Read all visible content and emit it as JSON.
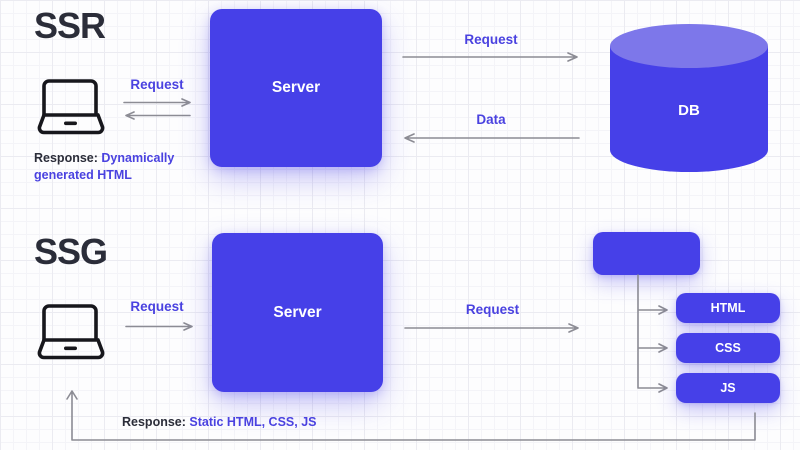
{
  "colors": {
    "box_blue": "#4640e8",
    "db_top_blue": "#7d77ea",
    "label_blue": "#4a42e0",
    "title_dark": "#2b2d39",
    "arrow_gray": "#8c8c94"
  },
  "ssr": {
    "title": "SSR",
    "client_request_label": "Request",
    "server_label": "Server",
    "db_request_label": "Request",
    "db_data_label": "Data",
    "db_label": "DB",
    "response_prefix": "Response:",
    "response_value": "Dynamically generated HTML"
  },
  "ssg": {
    "title": "SSG",
    "client_request_label": "Request",
    "server_label": "Server",
    "files_request_label": "Request",
    "files": [
      "HTML",
      "CSS",
      "JS"
    ],
    "response_prefix": "Response:",
    "response_value": "Static HTML, CSS, JS"
  }
}
